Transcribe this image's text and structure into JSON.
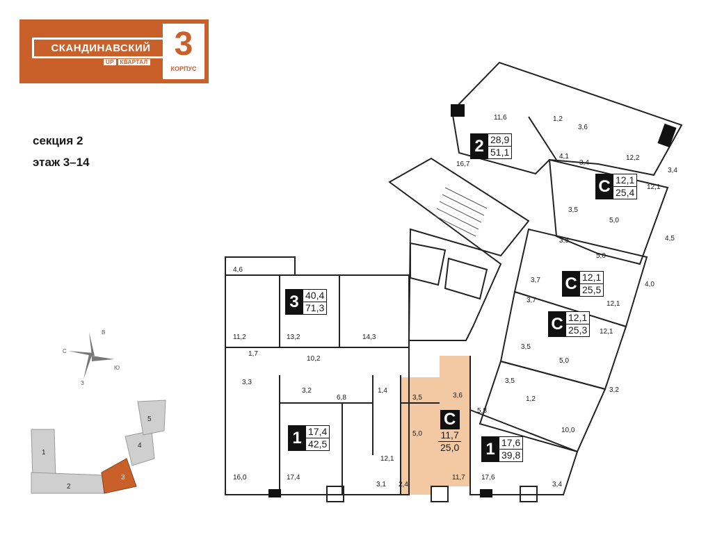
{
  "logo": {
    "brand": "СКАНДИНАВСКИЙ",
    "tag_prefix": "UP",
    "tag": "КВАРТАЛ",
    "corpus_number": "3",
    "corpus_label": "КОРПУС"
  },
  "info": {
    "section": "секция 2",
    "floor": "этаж 3–14"
  },
  "compass": {
    "n": "В",
    "e": "Ю",
    "s": "З",
    "w": "С"
  },
  "site_plan": {
    "buildings": [
      "1",
      "2",
      "3",
      "4",
      "5"
    ],
    "highlighted": "3"
  },
  "colors": {
    "brand": "#c9602a",
    "highlight": "#f3c9a4",
    "badge": "#111111"
  },
  "apartments": [
    {
      "type": "3",
      "living": "40,4",
      "total": "71,3"
    },
    {
      "type": "2",
      "living": "28,9",
      "total": "51,1"
    },
    {
      "type": "С",
      "living": "12,1",
      "total": "25,4"
    },
    {
      "type": "С",
      "living": "12,1",
      "total": "25,5"
    },
    {
      "type": "С",
      "living": "12,1",
      "total": "25,3"
    },
    {
      "type": "1",
      "living": "17,4",
      "total": "42,5"
    },
    {
      "type": "С",
      "living": "11,7",
      "total": "25,0"
    },
    {
      "type": "1",
      "living": "17,6",
      "total": "39,8"
    }
  ],
  "areas": [
    "4,6",
    "11,2",
    "1,7",
    "3,3",
    "16,0",
    "13,2",
    "10,2",
    "14,3",
    "3,2",
    "6,8",
    "1,4",
    "17,4",
    "12,1",
    "3,1",
    "3,5",
    "3,6",
    "5,0",
    "2,4",
    "11,7",
    "5,8",
    "17,6",
    "10,0",
    "3,4",
    "11,6",
    "1,2",
    "3,6",
    "12,2",
    "3,4",
    "16,7",
    "4,1",
    "3,4",
    "12,1",
    "3,5",
    "5,0",
    "4,5",
    "3,5",
    "5,0",
    "4,0",
    "3,7",
    "12,1",
    "3,7",
    "12,1",
    "3,5",
    "5,0",
    "3,5",
    "1,2",
    "3,2"
  ]
}
